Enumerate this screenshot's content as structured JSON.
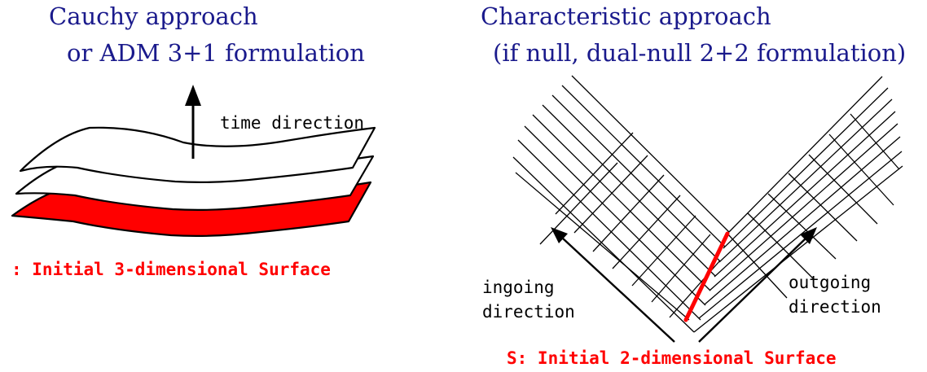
{
  "cauchy": {
    "title_line1": "Cauchy approach",
    "title_line2": "or ADM 3+1 formulation",
    "time_label": "time direction",
    "caption": ": Initial 3-dimensional Surface"
  },
  "characteristic": {
    "title_line1": "Characteristic approach",
    "title_line2": "(if null, dual-null 2+2 formulation)",
    "ingoing_line1": "ingoing",
    "ingoing_line2": "direction",
    "outgoing_line1": "outgoing",
    "outgoing_line2": "direction",
    "caption": "S: Initial 2-dimensional Surface"
  },
  "colors": {
    "title": "#1a1a8c",
    "initial_surface": "#ff0000",
    "line": "#000000"
  }
}
